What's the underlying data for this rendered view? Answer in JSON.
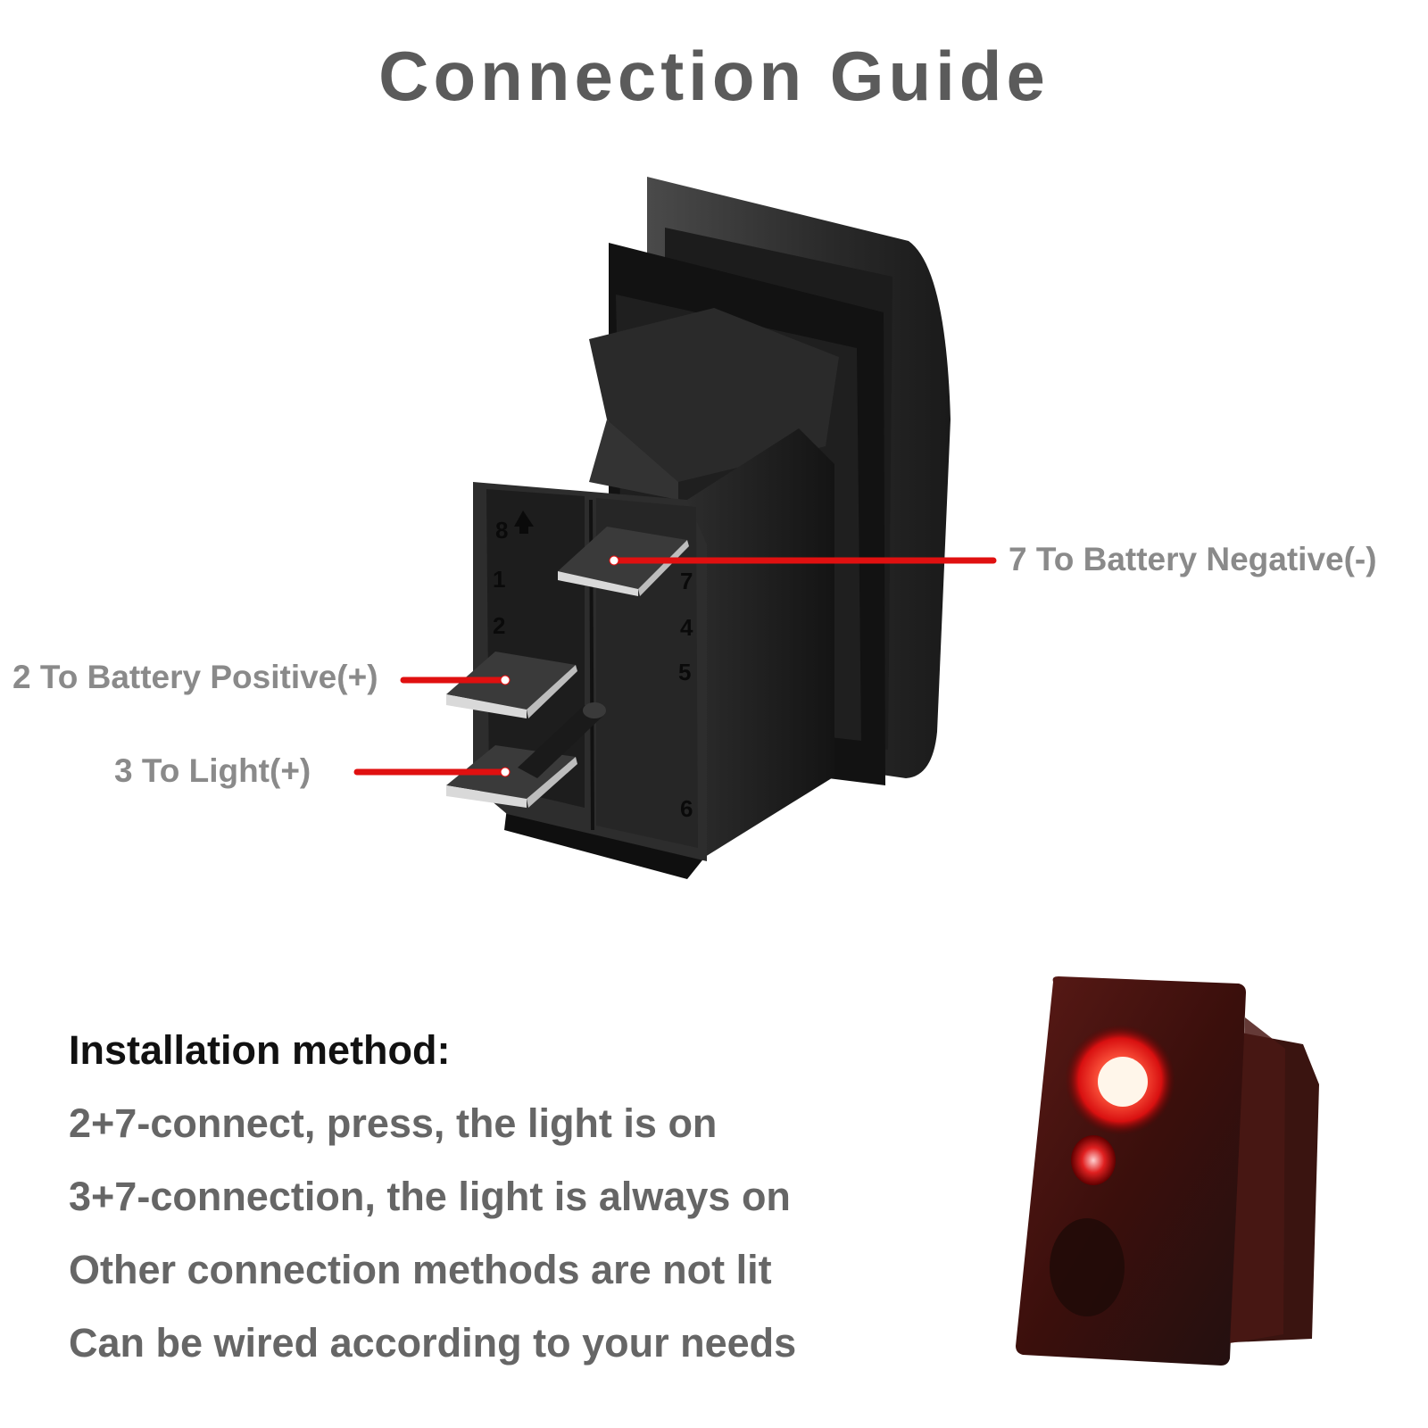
{
  "title": "Connection Guide",
  "diagram": {
    "pin_labels": [
      "8",
      "1",
      "2",
      "7",
      "4",
      "5",
      "6"
    ],
    "callouts": [
      {
        "pin": "7",
        "text": "7 To Battery Negative(-)"
      },
      {
        "pin": "2",
        "text": "2 To Battery Positive(+)"
      },
      {
        "pin": "3",
        "text": "3 To Light(+)"
      }
    ],
    "leader_color": "#e01010"
  },
  "installation": {
    "heading": "Installation method:",
    "lines": [
      "2+7-connect, press, the light is on",
      "3+7-connection, the light is always on",
      "Other connection methods are not lit",
      "Can be wired according to your needs"
    ]
  }
}
